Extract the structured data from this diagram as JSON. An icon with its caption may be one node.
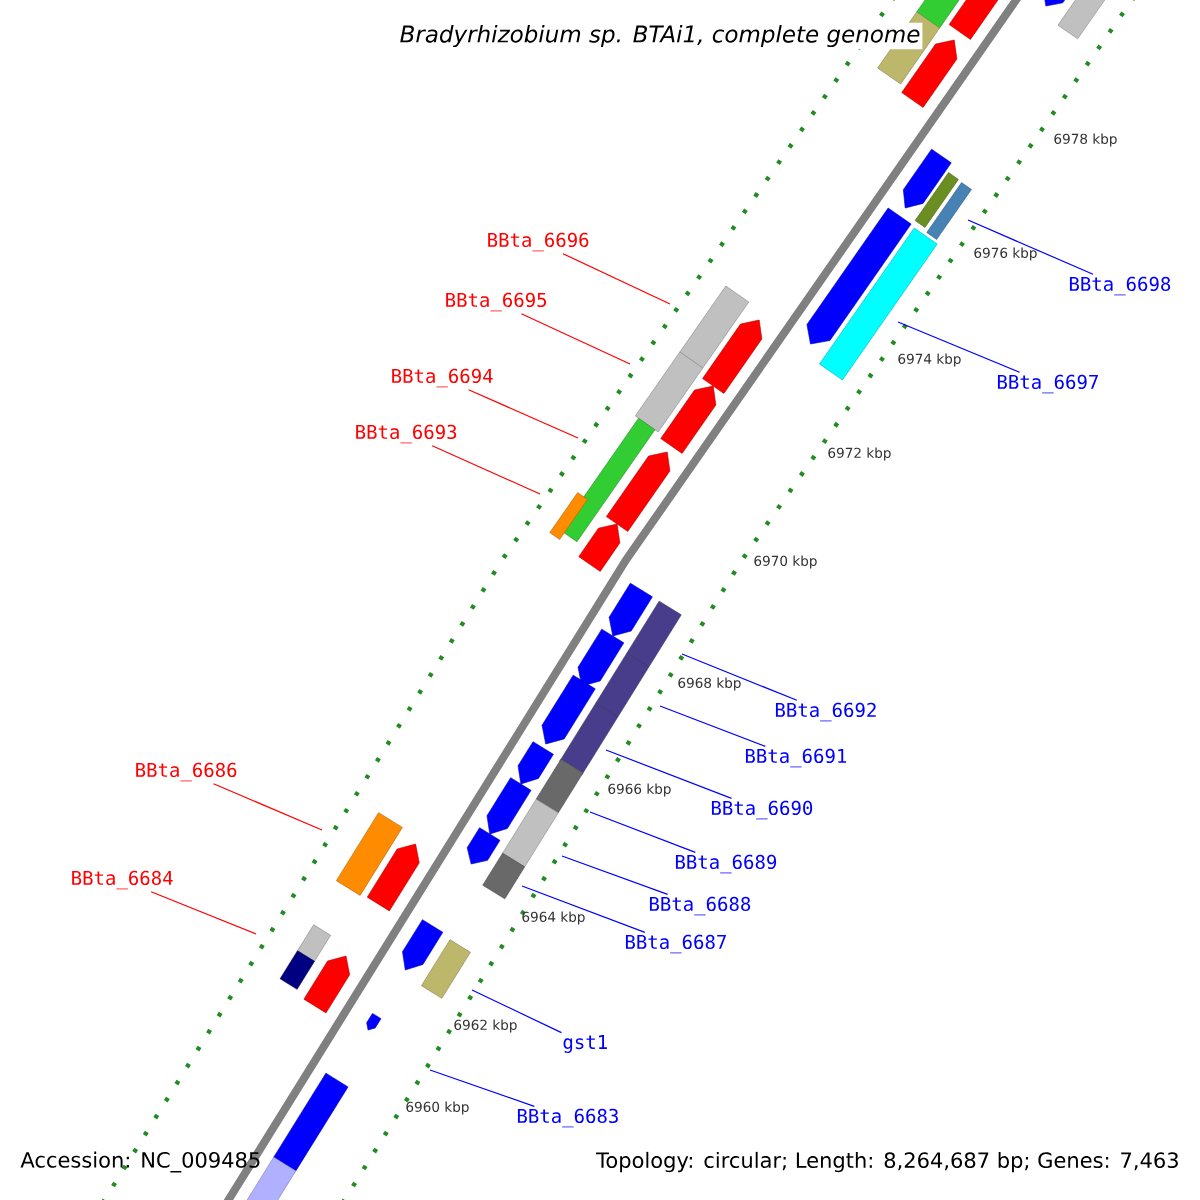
{
  "diagram": {
    "title": "Bradyrhizobium sp. BTAi1, complete genome",
    "nodes": [
      {
        "text": [
          "BBta_6696"
        ]
      },
      {
        "text": [
          "BBta_6695"
        ]
      },
      {
        "text": [
          "BBta_6694"
        ]
      },
      {
        "text": [
          "BBta_6693"
        ]
      },
      {
        "text": [
          "BBta_6686"
        ]
      },
      {
        "text": [
          "BBta_6684"
        ]
      },
      {
        "text": [
          "BBta_6698"
        ]
      },
      {
        "text": [
          "BBta_6697"
        ]
      },
      {
        "text": [
          "BBta_6692"
        ]
      },
      {
        "text": [
          "BBta_6691"
        ]
      },
      {
        "text": [
          "BBta_6690"
        ]
      },
      {
        "text": [
          "BBta_6689"
        ]
      },
      {
        "text": [
          "BBta_6688"
        ]
      },
      {
        "text": [
          "BBta_6687"
        ]
      },
      {
        "text": [
          "gst1"
        ]
      },
      {
        "text": [
          "BBta_6683"
        ]
      }
    ],
    "edges": [
      {
        "from": 0,
        "to": null,
        "arrow": "none",
        "color": "#ff0000"
      },
      {
        "from": 1,
        "to": null,
        "arrow": "none",
        "color": "#ff0000"
      },
      {
        "from": 2,
        "to": null,
        "arrow": "none",
        "color": "#ff0000"
      },
      {
        "from": 3,
        "to": null,
        "arrow": "none",
        "color": "#ff0000"
      },
      {
        "from": 4,
        "to": null,
        "arrow": "none",
        "color": "#ff0000"
      },
      {
        "from": 5,
        "to": null,
        "arrow": "none",
        "color": "#ff0000"
      },
      {
        "from": 6,
        "to": null,
        "arrow": "none"
      },
      {
        "from": 7,
        "to": null,
        "arrow": "none"
      },
      {
        "from": 8,
        "to": null,
        "arrow": "none"
      },
      {
        "from": 9,
        "to": null,
        "arrow": "none"
      },
      {
        "from": 10,
        "to": null,
        "arrow": "none"
      },
      {
        "from": 11,
        "to": null,
        "arrow": "none"
      },
      {
        "from": 12,
        "to": null,
        "arrow": "none"
      },
      {
        "from": 13,
        "to": null,
        "arrow": "none"
      },
      {
        "from": 14,
        "to": null,
        "arrow": "none"
      },
      {
        "from": 15,
        "to": null,
        "arrow": "none"
      }
    ],
    "labels": [
      "6978 kbp",
      "6976 kbp",
      "6974 kbp",
      "6972 kbp",
      "6970 kbp",
      "6968 kbp",
      "6966 kbp",
      "6964 kbp",
      "6962 kbp",
      "6960 kbp",
      "Accession: NC_009485",
      "Topology: circular; Length: 8,264,687 bp; Genes: 7,463"
    ]
  }
}
